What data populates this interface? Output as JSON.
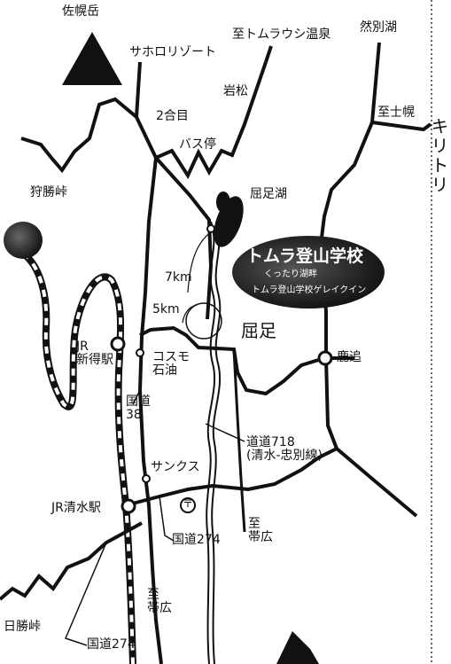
{
  "map": {
    "places": {
      "sahorodake": "佐幌岳",
      "sahoro_resort": "サホロリゾート",
      "tomuraushi": "至トムラウシ温泉",
      "nenebetsu": "然別湖",
      "iwamatsu": "岩松",
      "shishikari": "至士幌",
      "nigome": "2合目",
      "bus_stop": "バス停",
      "karikachi": "狩勝峠",
      "kuttari_lake": "屈足湖",
      "seven_km": "7km",
      "five_km": "5km",
      "kuttari": "屈足",
      "jr_shintoku": "JR\n新得駅",
      "cosmo": "コスモ\n石油",
      "shikaoi": "鹿追",
      "route38": "国道\n38",
      "road718": "道道718\n(清水-忠別線)",
      "sunkus": "サンクス",
      "jr_shimizu": "JR清水駅",
      "route274_a": "国道274",
      "to_obihiro_a": "至\n帯広",
      "to_obihiro_b": "至\n帯広",
      "nisshou": "日勝峠",
      "route274_b": "国道274",
      "side_text": "キリトリ",
      "post_symbol": "〒"
    },
    "school": {
      "name": "トムラ登山学校",
      "sub1": "くったり湖畔",
      "sub2": "トムラ登山学校ゲレイクイン"
    }
  }
}
